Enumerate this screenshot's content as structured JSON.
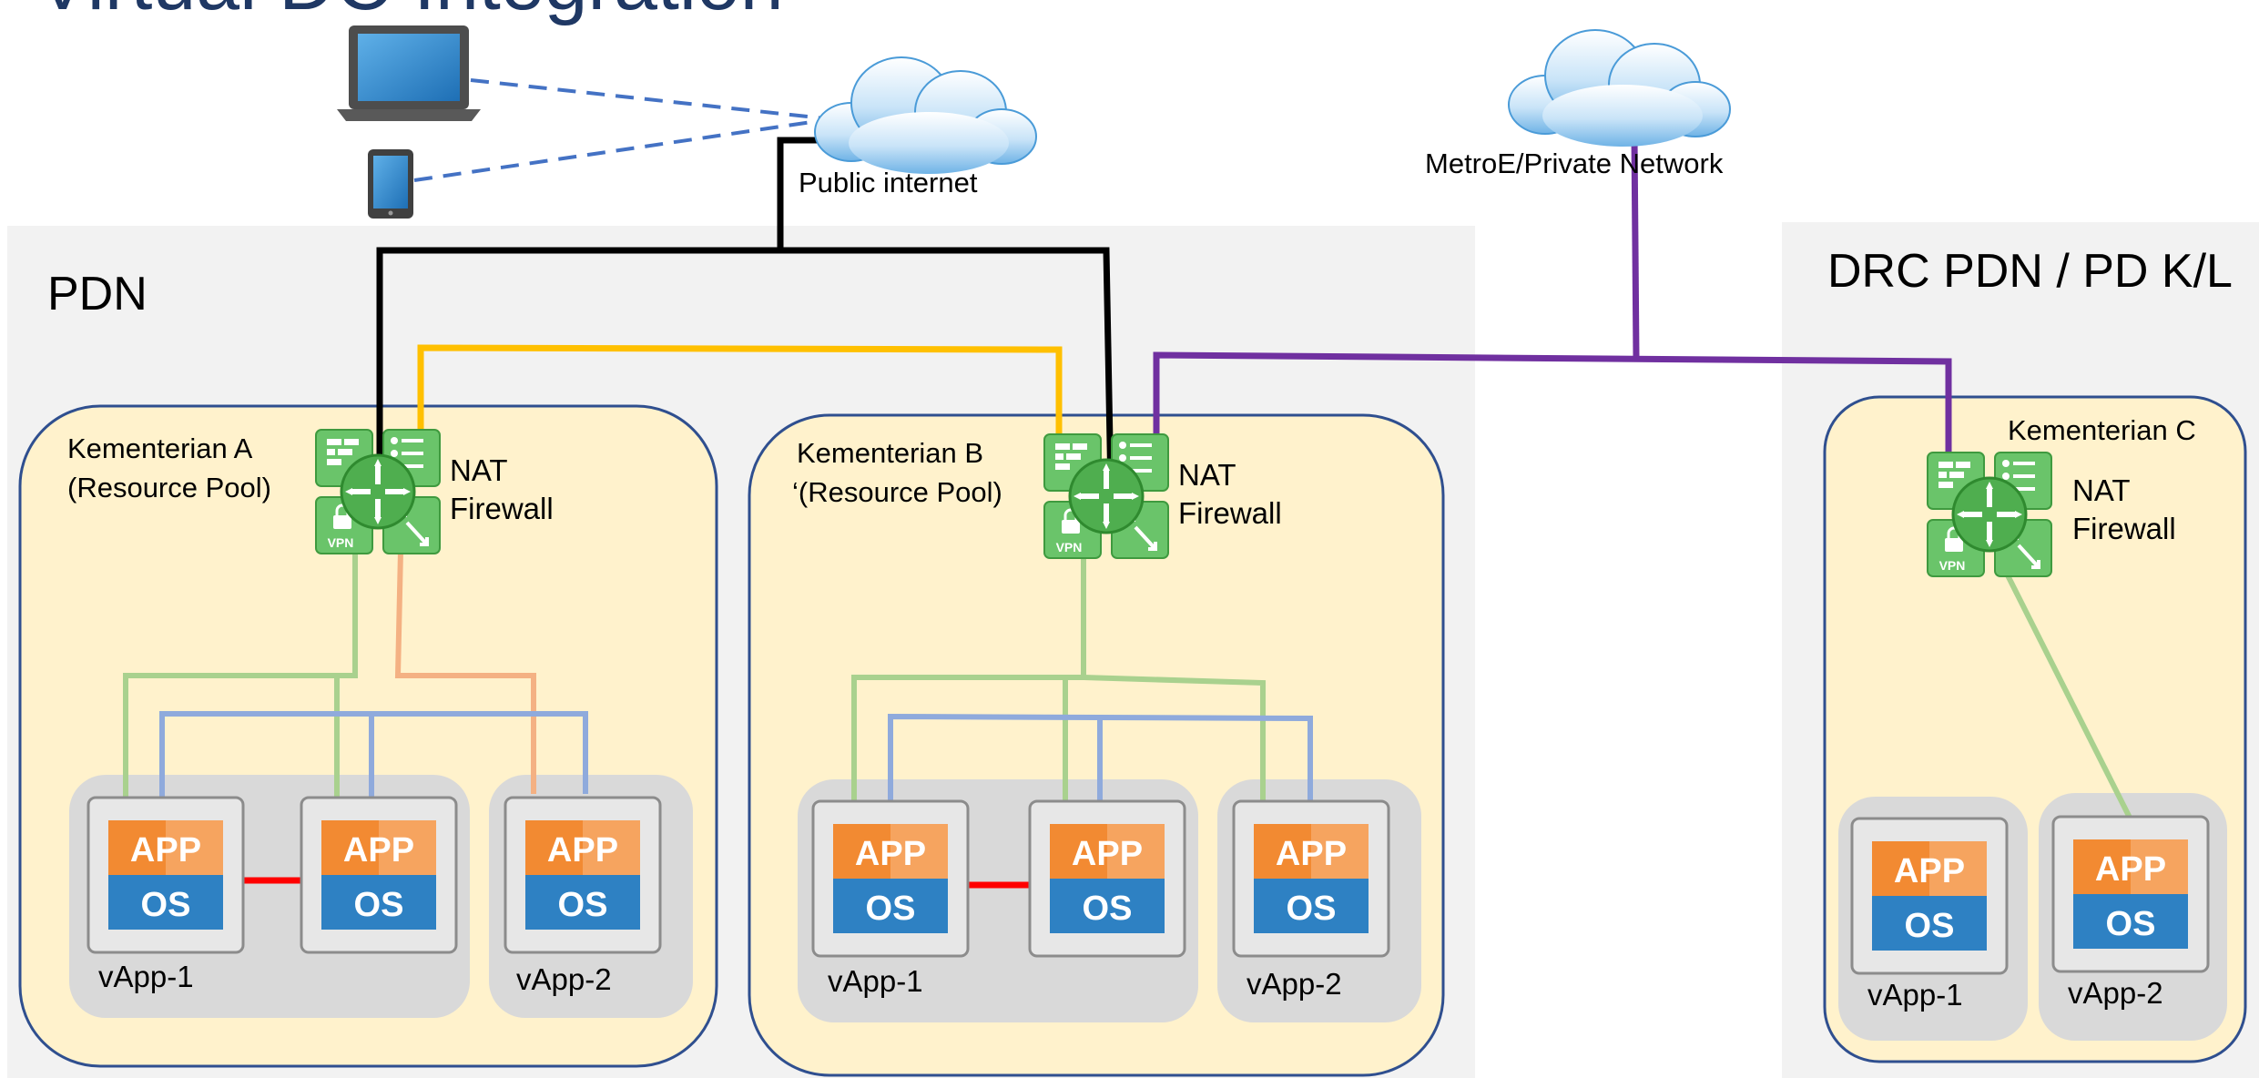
{
  "title": "Virtual DC Integration",
  "colors": {
    "title": "#1f3864",
    "zone_bg": "#f2f2f2",
    "pool_fill": "#fff2cc",
    "pool_stroke": "#2f4f8f",
    "vapp_bg": "#d9d9d9",
    "internet_line": "#000000",
    "yellow_line": "#ffc000",
    "purple_line": "#7030a0",
    "green_line": "#a9d18e",
    "orange_line": "#f4b183",
    "blue_line": "#8faadc",
    "red_line": "#ff0000",
    "app_orange": "#f28a32",
    "os_blue": "#2e81c3",
    "edge_green": "#5cb85c",
    "device_blue": "#2e75b6"
  },
  "clouds": {
    "public": {
      "label": "Public internet",
      "icon": "cloud-icon"
    },
    "metro": {
      "label": "MetroE/Private Network",
      "icon": "cloud-icon"
    }
  },
  "devices": {
    "laptop": "laptop-icon",
    "tablet": "tablet-icon"
  },
  "zones": {
    "pdn": {
      "label": "PDN"
    },
    "drc": {
      "label": "DRC PDN / PD K/L"
    }
  },
  "pools": {
    "a": {
      "line1": "Kementerian A",
      "line2": "(Resource Pool)",
      "nat": "NAT",
      "firewall": "Firewall"
    },
    "b": {
      "line1": "Kementerian B",
      "line2": "‘(Resource Pool)",
      "nat": "NAT",
      "firewall": "Firewall"
    },
    "c": {
      "line1": "Kementerian C",
      "nat": "NAT",
      "firewall": "Firewall"
    }
  },
  "vm": {
    "app": "APP",
    "os": "OS"
  },
  "edge": {
    "vpn": "VPN",
    "icon": "edge-gateway-icon"
  },
  "vapps": {
    "one": "vApp-1",
    "two": "vApp-2"
  }
}
